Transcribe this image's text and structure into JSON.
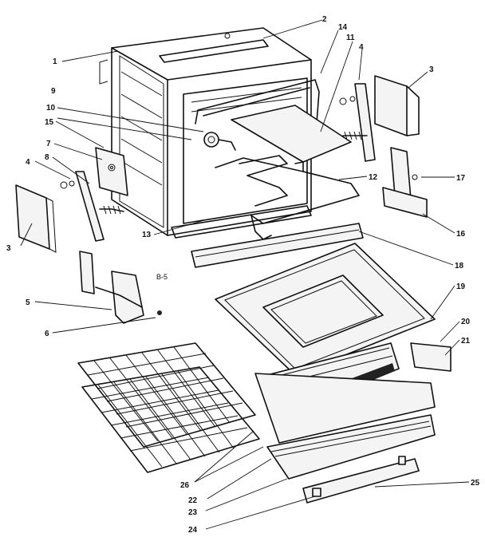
{
  "diagram": {
    "section_note": "B-5",
    "callouts": {
      "c1": "1",
      "c2": "2",
      "c3a": "3",
      "c3b": "3",
      "c4a": "4",
      "c4b": "4",
      "c5": "5",
      "c6": "6",
      "c7": "7",
      "c8": "8",
      "c9": "9",
      "c10": "10",
      "c11": "11",
      "c12": "12",
      "c13": "13",
      "c14": "14",
      "c15": "15",
      "c16": "16",
      "c17": "17",
      "c18": "18",
      "c19": "19",
      "c20": "20",
      "c21": "21",
      "c22": "22",
      "c23": "23",
      "c24": "24",
      "c25": "25",
      "c26": "26"
    }
  }
}
